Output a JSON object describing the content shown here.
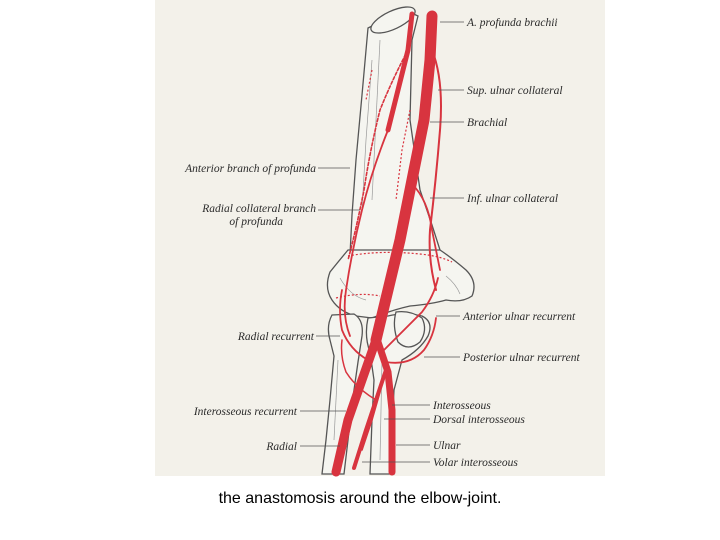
{
  "caption": "the anastomosis around the elbow-joint.",
  "labels": {
    "profunda_brachii": "A. profunda brachii",
    "sup_ulnar_collateral": "Sup. ulnar collateral",
    "brachial": "Brachial",
    "anterior_branch_profunda": "Anterior branch of profunda",
    "radial_collateral_1": "Radial collateral branch",
    "radial_collateral_2": "of profunda",
    "inf_ulnar_collateral": "Inf. ulnar collateral",
    "anterior_ulnar_recurrent": "Anterior ulnar recurrent",
    "radial_recurrent": "Radial recurrent",
    "posterior_ulnar_recurrent": "Posterior ulnar recurrent",
    "interosseous": "Interosseous",
    "dorsal_interosseous": "Dorsal interosseous",
    "interosseous_recurrent": "Interosseous recurrent",
    "ulnar": "Ulnar",
    "radial": "Radial",
    "volar_interosseous": "Volar interosseous"
  },
  "colors": {
    "artery": "#d8343f",
    "artery_dark": "#a81e28",
    "bone": "#f5f5f0",
    "outline": "#555555",
    "plate": "#f3f1ea"
  }
}
